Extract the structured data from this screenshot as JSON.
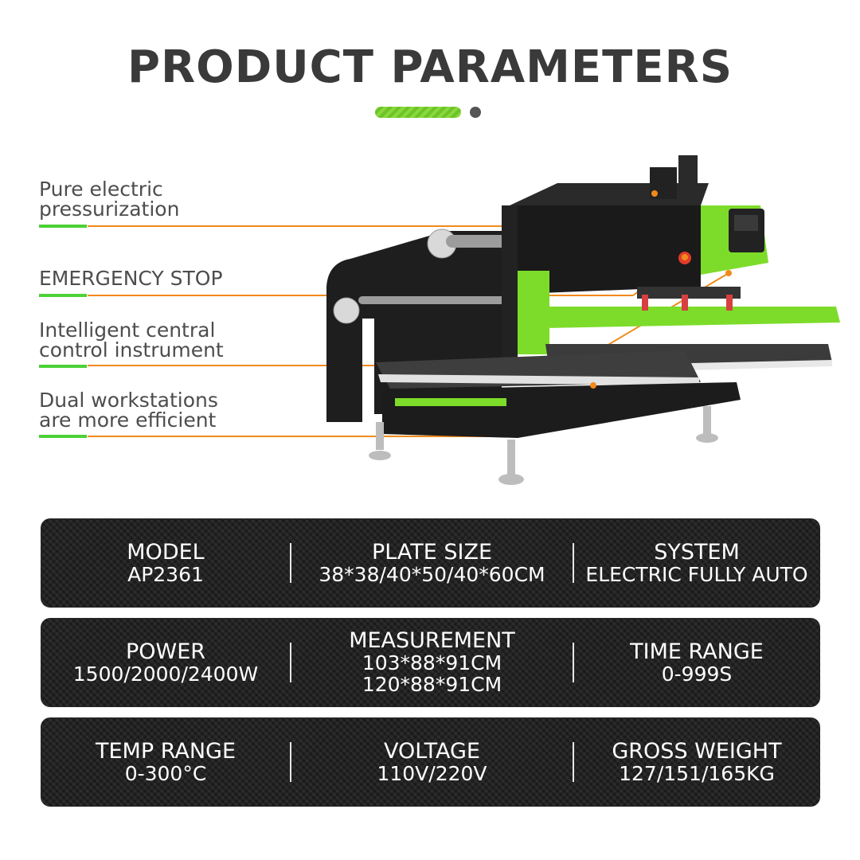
{
  "header": {
    "title": "PRODUCT PARAMETERS"
  },
  "features": [
    {
      "line1": "Pure electric",
      "line2": "pressurization"
    },
    {
      "line1": "EMERGENCY STOP",
      "line2": ""
    },
    {
      "line1": "Intelligent central",
      "line2": "control instrument"
    },
    {
      "line1": "Dual workstations",
      "line2": "are more efficient"
    }
  ],
  "specs": [
    [
      {
        "label": "MODEL",
        "values": [
          "AP2361"
        ]
      },
      {
        "label": "PLATE SIZE",
        "values": [
          "38*38/40*50/40*60CM"
        ]
      },
      {
        "label": "SYSTEM",
        "values": [
          "ELECTRIC FULLY AUTO"
        ]
      }
    ],
    [
      {
        "label": "POWER",
        "values": [
          "1500/2000/2400W"
        ]
      },
      {
        "label": "MEASUREMENT",
        "values": [
          "103*88*91CM",
          "120*88*91CM"
        ]
      },
      {
        "label": "TIME RANGE",
        "values": [
          "0-999S"
        ]
      }
    ],
    [
      {
        "label": "TEMP RANGE",
        "values": [
          "0-300°C"
        ]
      },
      {
        "label": "VOLTAGE",
        "values": [
          "110V/220V"
        ]
      },
      {
        "label": "GROSS WEIGHT",
        "values": [
          "127/151/165KG"
        ]
      }
    ]
  ],
  "colors": {
    "accent_green": "#4cd137",
    "machine_green": "#7ddc2a",
    "callout_orange": "#f08a1c",
    "panel_dark": "#222222"
  }
}
